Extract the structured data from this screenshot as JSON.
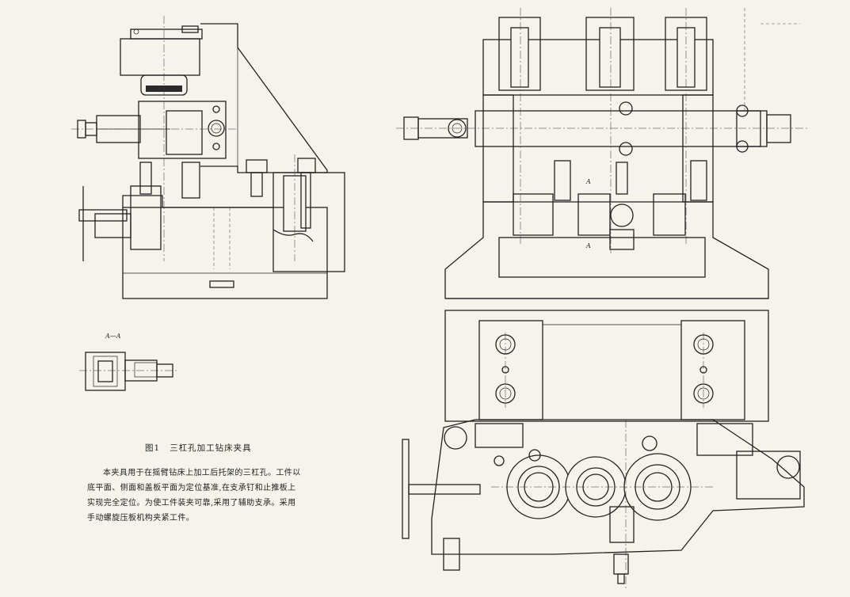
{
  "figure": {
    "number": "图1",
    "title": "三杠孔加工钻床夹具",
    "description": "本夹具用于在摇臂钻床上加工后托架的三杠孔。工件以底平面、侧面和盖板平面为定位基准,在支承钉和止推板上实现完全定位。为使工件装夹可靠,采用了辅助支承。采用手动螺旋压板机构夹紧工件。"
  },
  "labels": {
    "section_view": "A—A",
    "section_mark_top": "A",
    "section_mark_bottom": "A"
  }
}
